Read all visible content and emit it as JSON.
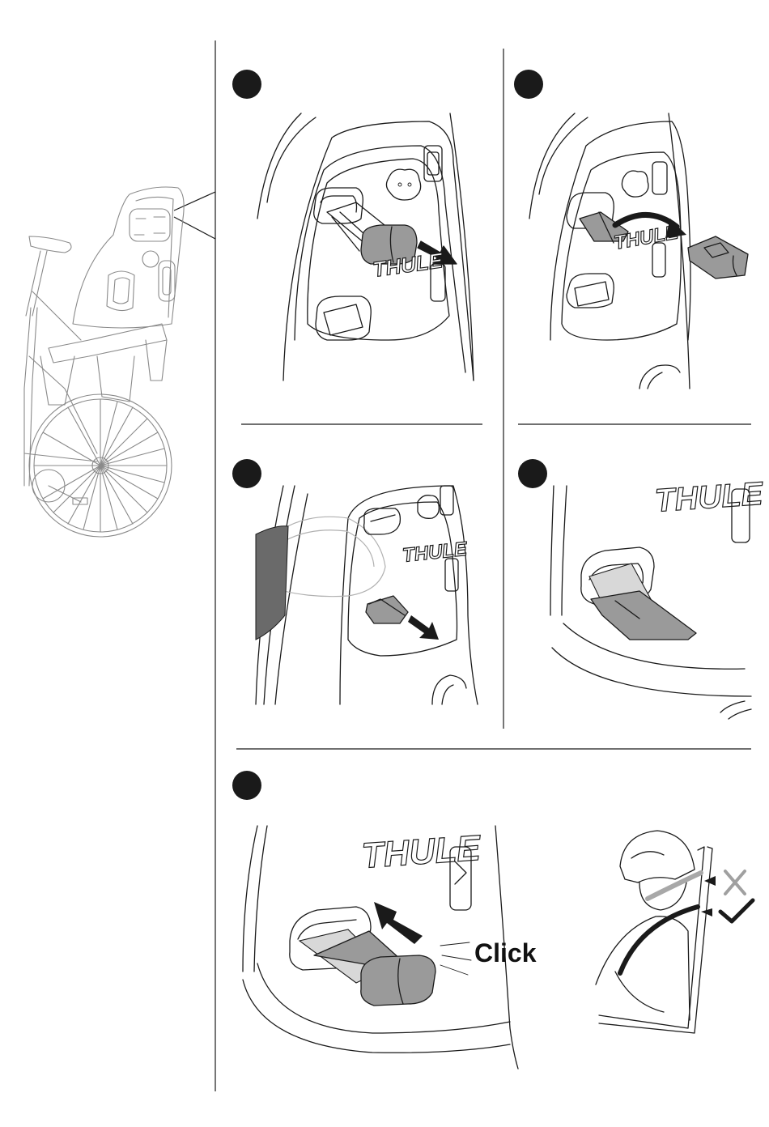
{
  "brand": {
    "logo_text": "THULE"
  },
  "callout": {
    "click_label": "Click"
  },
  "colors": {
    "line": "#1a1a1a",
    "part_fill": "#9a9a9a",
    "ghost_line": "#8a8a8a",
    "background": "#ffffff"
  },
  "icons": {
    "step_marker": "black-circle",
    "correct": "check-icon",
    "incorrect": "cross-icon",
    "direction": "arrow-icon"
  }
}
